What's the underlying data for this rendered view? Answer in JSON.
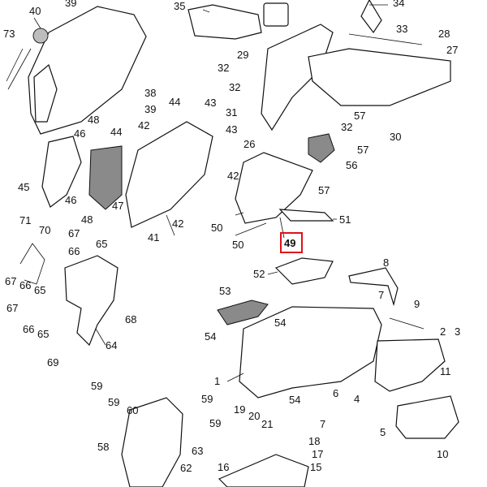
{
  "highlight": {
    "label": "49",
    "color": "#e0101a"
  },
  "callouts": [
    {
      "text": "40"
    },
    {
      "text": "39"
    },
    {
      "text": "35"
    },
    {
      "text": "34"
    },
    {
      "text": "73"
    },
    {
      "text": "33"
    },
    {
      "text": "28"
    },
    {
      "text": "27"
    },
    {
      "text": "29"
    },
    {
      "text": "32"
    },
    {
      "text": "32"
    },
    {
      "text": "38"
    },
    {
      "text": "39"
    },
    {
      "text": "44"
    },
    {
      "text": "43"
    },
    {
      "text": "31"
    },
    {
      "text": "57"
    },
    {
      "text": "32"
    },
    {
      "text": "42"
    },
    {
      "text": "43"
    },
    {
      "text": "30"
    },
    {
      "text": "46"
    },
    {
      "text": "48"
    },
    {
      "text": "44"
    },
    {
      "text": "26"
    },
    {
      "text": "57"
    },
    {
      "text": "56"
    },
    {
      "text": "42"
    },
    {
      "text": "45"
    },
    {
      "text": "46"
    },
    {
      "text": "47"
    },
    {
      "text": "57"
    },
    {
      "text": "48"
    },
    {
      "text": "42"
    },
    {
      "text": "50"
    },
    {
      "text": "51"
    },
    {
      "text": "71"
    },
    {
      "text": "70"
    },
    {
      "text": "41"
    },
    {
      "text": "67"
    },
    {
      "text": "65"
    },
    {
      "text": "50"
    },
    {
      "text": "66"
    },
    {
      "text": "52"
    },
    {
      "text": "8"
    },
    {
      "text": "67"
    },
    {
      "text": "66"
    },
    {
      "text": "65"
    },
    {
      "text": "53"
    },
    {
      "text": "7"
    },
    {
      "text": "68"
    },
    {
      "text": "9"
    },
    {
      "text": "67"
    },
    {
      "text": "66"
    },
    {
      "text": "65"
    },
    {
      "text": "54"
    },
    {
      "text": "54"
    },
    {
      "text": "2"
    },
    {
      "text": "3"
    },
    {
      "text": "64"
    },
    {
      "text": "69"
    },
    {
      "text": "1"
    },
    {
      "text": "11"
    },
    {
      "text": "59"
    },
    {
      "text": "6"
    },
    {
      "text": "59"
    },
    {
      "text": "54"
    },
    {
      "text": "4"
    },
    {
      "text": "59"
    },
    {
      "text": "60"
    },
    {
      "text": "19"
    },
    {
      "text": "20"
    },
    {
      "text": "21"
    },
    {
      "text": "7"
    },
    {
      "text": "59"
    },
    {
      "text": "5"
    },
    {
      "text": "58"
    },
    {
      "text": "63"
    },
    {
      "text": "18"
    },
    {
      "text": "17"
    },
    {
      "text": "10"
    },
    {
      "text": "62"
    },
    {
      "text": "16"
    },
    {
      "text": "15"
    }
  ]
}
